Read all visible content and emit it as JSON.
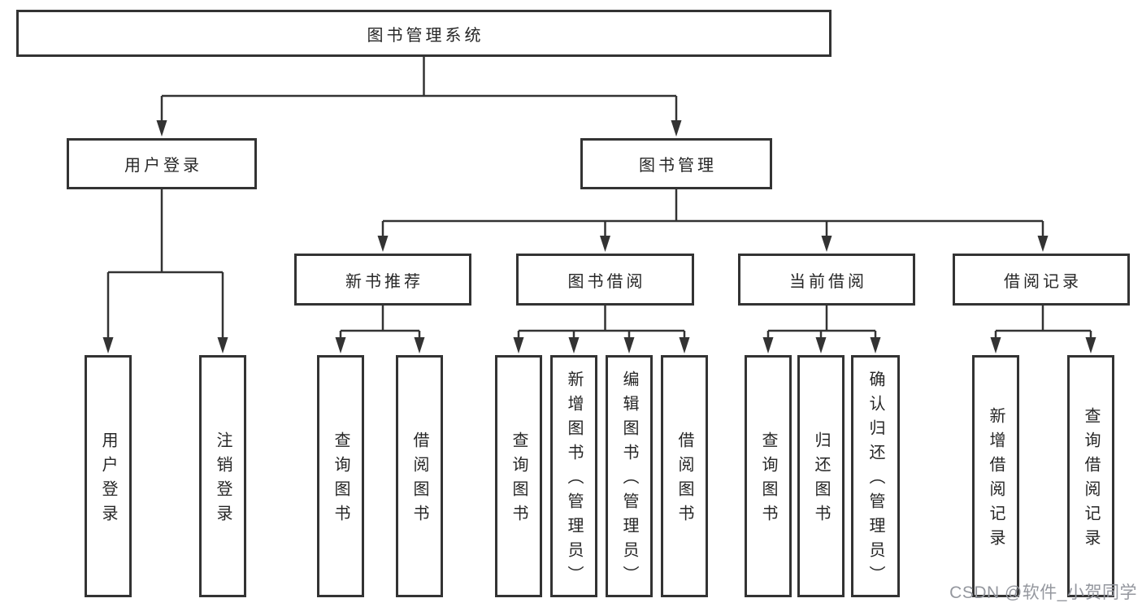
{
  "diagram": {
    "root": {
      "label": "图书管理系统"
    },
    "branches": [
      {
        "label": "用户登录",
        "children": [
          {
            "label": "用户登录"
          },
          {
            "label": "注销登录"
          }
        ]
      },
      {
        "label": "图书管理",
        "children": [
          {
            "label": "新书推荐",
            "children": [
              {
                "label": "查询图书"
              },
              {
                "label": "借阅图书"
              }
            ]
          },
          {
            "label": "图书借阅",
            "children": [
              {
                "label": "查询图书"
              },
              {
                "label": "新增图书（管理员）"
              },
              {
                "label": "编辑图书（管理员）"
              },
              {
                "label": "借阅图书"
              }
            ]
          },
          {
            "label": "当前借阅",
            "children": [
              {
                "label": "查询图书"
              },
              {
                "label": "归还图书"
              },
              {
                "label": "确认归还（管理员）"
              }
            ]
          },
          {
            "label": "借阅记录",
            "children": [
              {
                "label": "新增借阅记录"
              },
              {
                "label": "查询借阅记录"
              }
            ]
          }
        ]
      }
    ]
  },
  "watermark": {
    "text": "CSDN @软件_小贺同学"
  },
  "colors": {
    "line": "#333333",
    "box_border": "#333333",
    "text": "#262626",
    "watermark": "#94979e",
    "background": "#ffffff"
  }
}
